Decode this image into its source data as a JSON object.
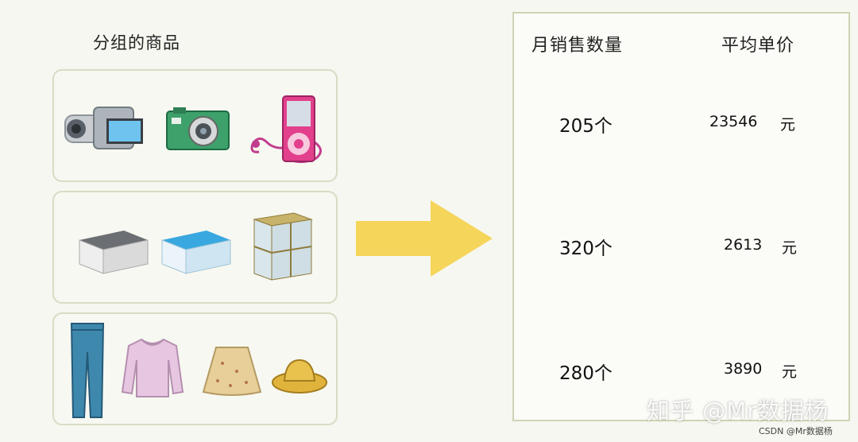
{
  "left": {
    "title": "分组的商品",
    "groups": [
      {
        "items": [
          "video-camera-icon",
          "digital-camera-icon",
          "music-player-icon"
        ]
      },
      {
        "items": [
          "gray-storage-box-icon",
          "blue-storage-box-icon",
          "storage-drawer-icon"
        ]
      },
      {
        "items": [
          "jeans-icon",
          "sweater-icon",
          "skirt-icon",
          "hat-icon"
        ]
      }
    ]
  },
  "arrow": {
    "color": "#f5d55a",
    "icon": "right-arrow-icon"
  },
  "right": {
    "header_qty": "月销售数量",
    "header_price": "平均单价",
    "rows": [
      {
        "qty": "205个",
        "price": "23546",
        "unit": "元"
      },
      {
        "qty": "320个",
        "price": "2613",
        "unit": "元"
      },
      {
        "qty": "280个",
        "price": "3890",
        "unit": "元"
      }
    ]
  },
  "watermark": {
    "main": "知乎 @Mr数据杨",
    "sub": "CSDN @Mr数据杨"
  }
}
